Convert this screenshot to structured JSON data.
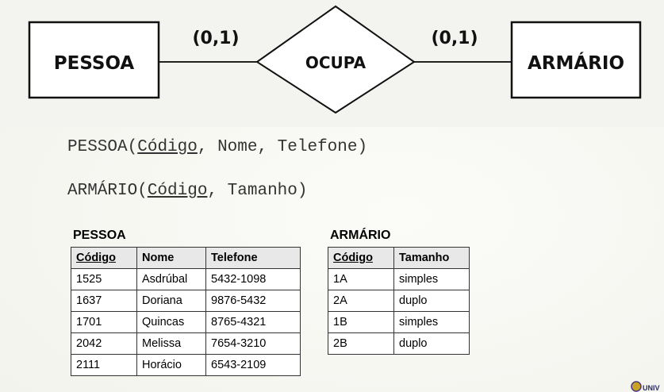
{
  "erd": {
    "entity_left": "PESSOA",
    "relationship": "OCUPA",
    "entity_right": "ARMÁRIO",
    "card_left": "(0,1)",
    "card_right": "(0,1)"
  },
  "schema": {
    "pessoa": {
      "name": "PESSOA",
      "pk": "Código",
      "rest": ", Nome, Telefone)"
    },
    "armario": {
      "name": "ARMÁRIO",
      "pk": "Código",
      "rest": ", Tamanho)"
    }
  },
  "pessoa_table": {
    "title": "PESSOA",
    "headers": [
      "Código",
      "Nome",
      "Telefone"
    ],
    "rows": [
      [
        "1525",
        "Asdrúbal",
        "5432-1098"
      ],
      [
        "1637",
        "Doriana",
        "9876-5432"
      ],
      [
        "1701",
        "Quincas",
        "8765-4321"
      ],
      [
        "2042",
        "Melissa",
        "7654-3210"
      ],
      [
        "2111",
        "Horácio",
        "6543-2109"
      ]
    ]
  },
  "armario_table": {
    "title": "ARMÁRIO",
    "headers": [
      "Código",
      "Tamanho"
    ],
    "rows": [
      [
        "1A",
        "simples"
      ],
      [
        "2A",
        "duplo"
      ],
      [
        "1B",
        "simples"
      ],
      [
        "2B",
        "duplo"
      ]
    ]
  },
  "logo": {
    "text": "UNIV"
  }
}
